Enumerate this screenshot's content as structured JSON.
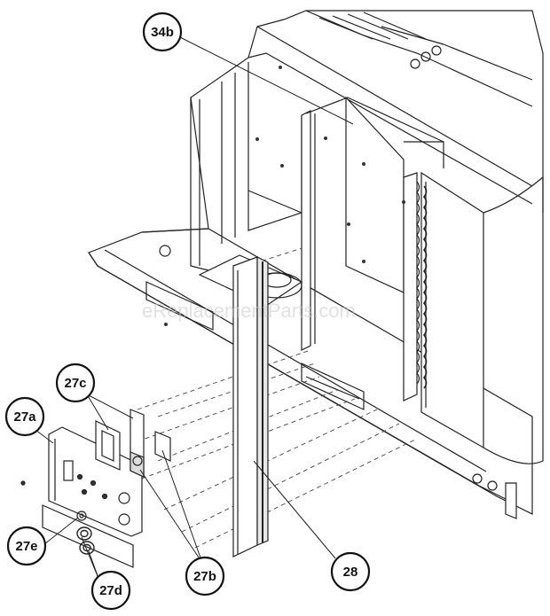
{
  "watermark": "eReplacementParts.com",
  "callouts": [
    {
      "id": "34b",
      "label": "34b"
    },
    {
      "id": "27c",
      "label": "27c"
    },
    {
      "id": "27a",
      "label": "27a"
    },
    {
      "id": "27e",
      "label": "27e"
    },
    {
      "id": "27d",
      "label": "27d"
    },
    {
      "id": "27b",
      "label": "27b"
    },
    {
      "id": "28",
      "label": "28"
    }
  ]
}
